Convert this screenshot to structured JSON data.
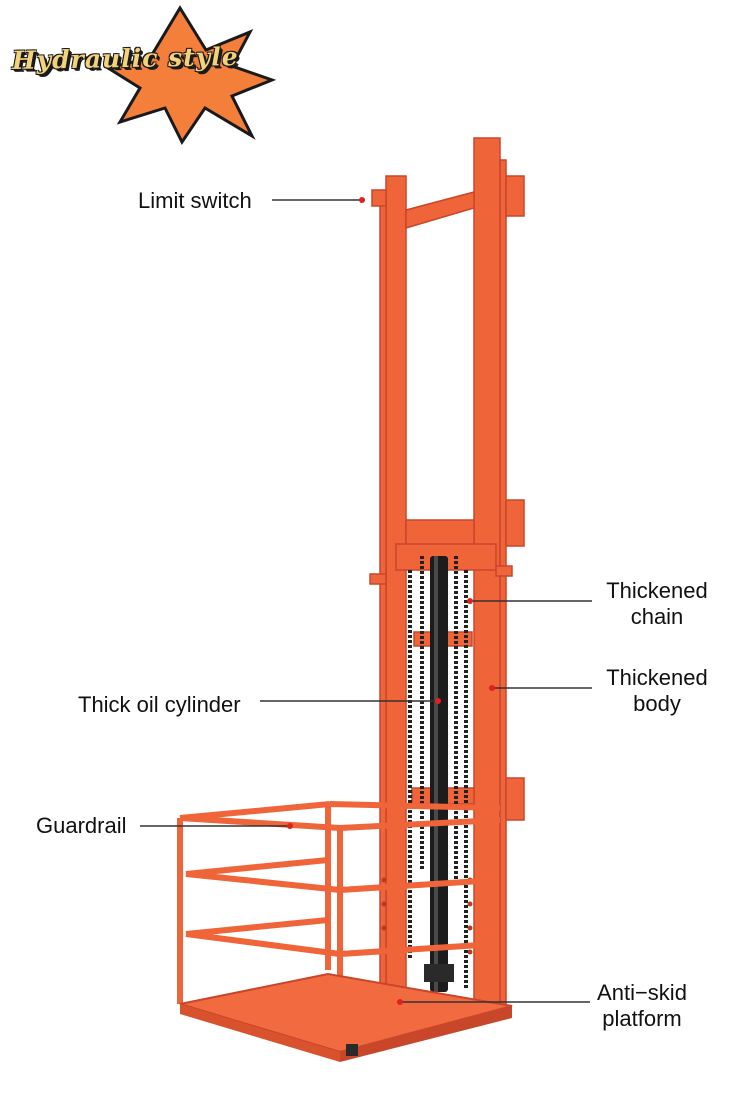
{
  "badge": {
    "text": "Hydraulic style"
  },
  "labels": {
    "limit_switch": "Limit switch",
    "thickened_chain": [
      "Thickened",
      "chain"
    ],
    "thickened_body": [
      "Thickened",
      "body"
    ],
    "oil_cylinder": "Thick oil cylinder",
    "guardrail": "Guardrail",
    "platform": [
      "Anti−skid",
      "platform"
    ]
  },
  "colors": {
    "frame": "#f0643a",
    "frame_dark": "#c8462a",
    "badge_star": "#f47f3a",
    "badge_text": "#f2d27a",
    "leader_line": "#333333",
    "marker_dot": "#e0201c"
  }
}
